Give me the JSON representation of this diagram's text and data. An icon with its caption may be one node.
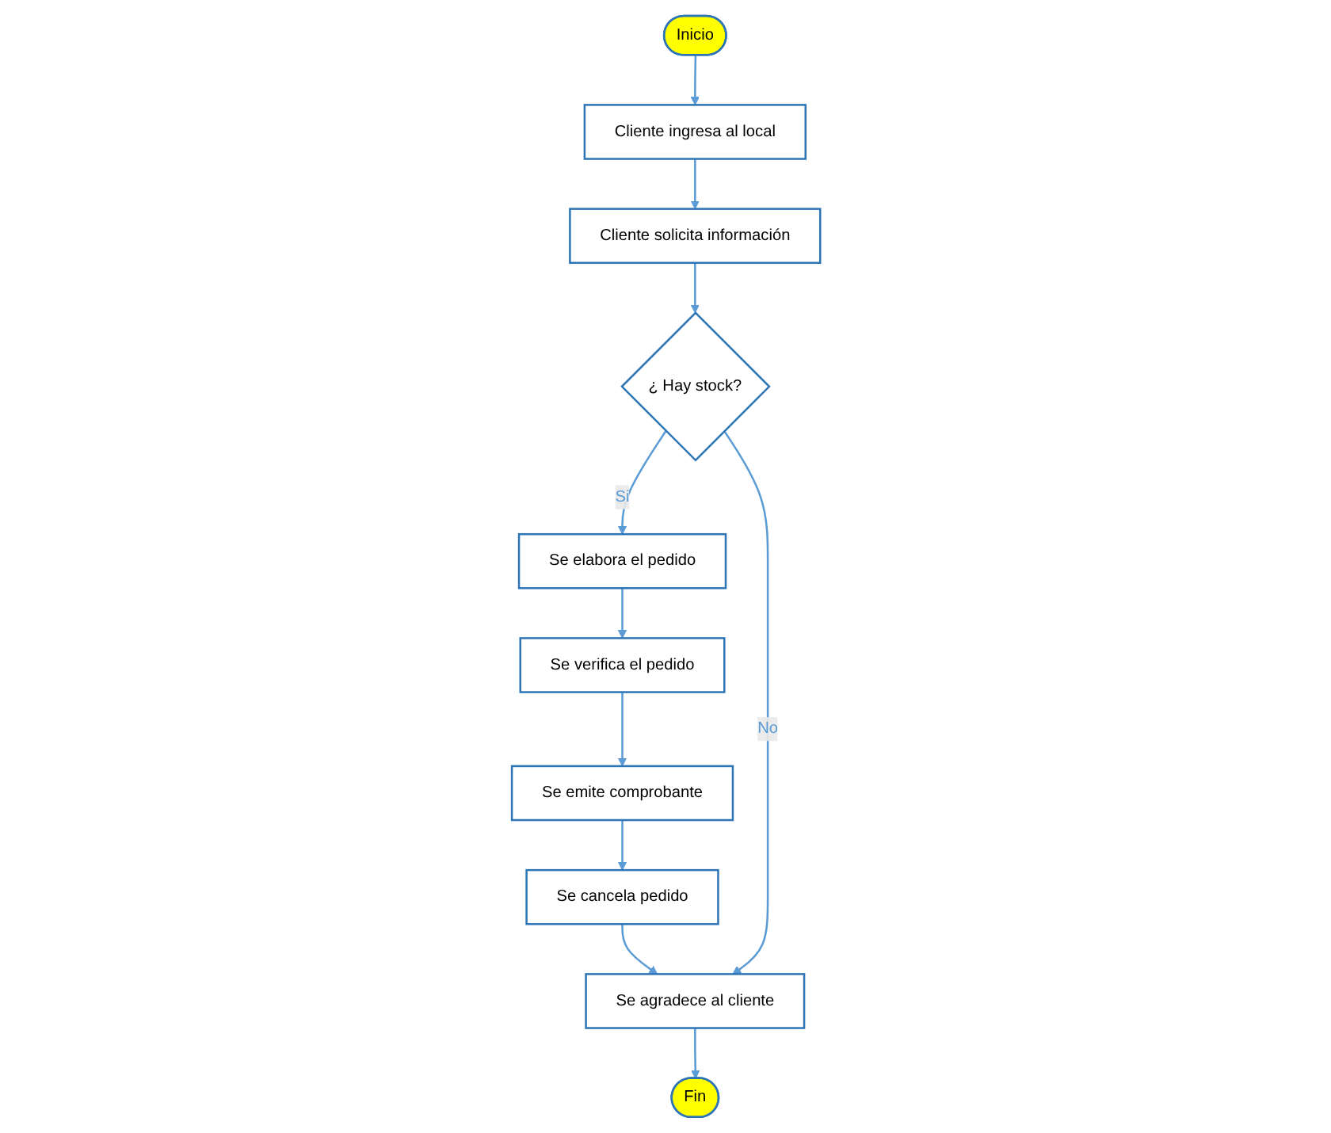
{
  "diagram": {
    "nodes": [
      {
        "text": [
          "Inicio"
        ]
      },
      {
        "text": [
          "Cliente ingresa al local"
        ]
      },
      {
        "text": [
          "Cliente solicita información"
        ]
      },
      {
        "text": [
          "¿ Hay stock?"
        ]
      },
      {
        "text": [
          "Se elabora el pedido"
        ]
      },
      {
        "text": [
          "Se verifica el pedido"
        ]
      },
      {
        "text": [
          "Se emite comprobante"
        ]
      },
      {
        "text": [
          "Se cancela pedido"
        ]
      },
      {
        "text": [
          "Se agradece al cliente"
        ]
      },
      {
        "text": [
          "Fin"
        ]
      }
    ],
    "edges": [
      {
        "from": 0,
        "to": 1,
        "arrow": "to"
      },
      {
        "from": 1,
        "to": 2,
        "arrow": "to"
      },
      {
        "from": 2,
        "to": 3,
        "arrow": "to"
      },
      {
        "from": 3,
        "to": 4,
        "arrow": "to",
        "label": "Si"
      },
      {
        "from": 4,
        "to": 5,
        "arrow": "to"
      },
      {
        "from": 5,
        "to": 6,
        "arrow": "to"
      },
      {
        "from": 6,
        "to": 7,
        "arrow": "to"
      },
      {
        "from": 7,
        "to": 8,
        "arrow": "to"
      },
      {
        "from": 3,
        "to": 8,
        "arrow": "to",
        "label": "No"
      },
      {
        "from": 8,
        "to": 9,
        "arrow": "to"
      }
    ]
  }
}
